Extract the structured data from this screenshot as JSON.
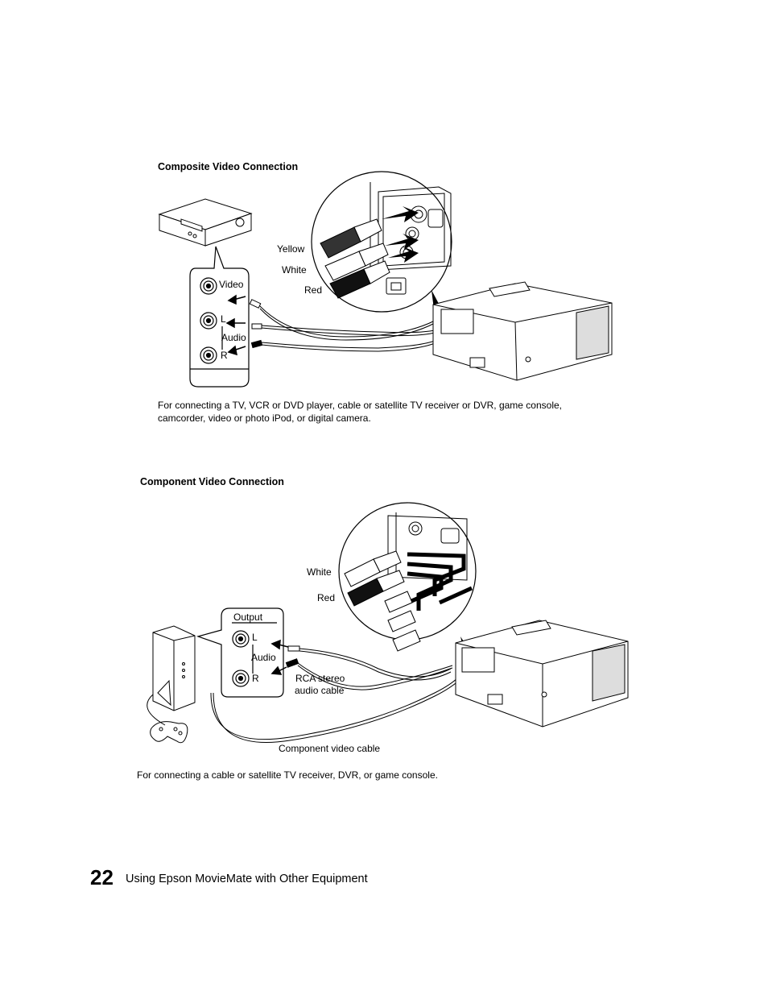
{
  "page": {
    "number": "22",
    "footer_title": "Using Epson MovieMate with Other Equipment"
  },
  "composite": {
    "heading": "Composite Video Connection",
    "labels": {
      "yellow": "Yellow",
      "white": "White",
      "red": "Red",
      "video": "Video",
      "l": "L",
      "audio": "Audio",
      "r": "R"
    },
    "caption_line1": "For connecting a TV, VCR or DVD player, cable or satellite TV receiver or DVR, game console,",
    "caption_line2": "camcorder, video or photo iPod, or digital camera."
  },
  "component": {
    "heading": "Component Video Connection",
    "labels": {
      "white": "White",
      "red": "Red",
      "output": "Output",
      "l": "L",
      "audio": "Audio",
      "r": "R",
      "rca_line1": "RCA stereo",
      "rca_line2": "audio cable",
      "component_cable": "Component video cable"
    },
    "caption": "For connecting a cable or satellite TV receiver, DVR, or game console."
  }
}
